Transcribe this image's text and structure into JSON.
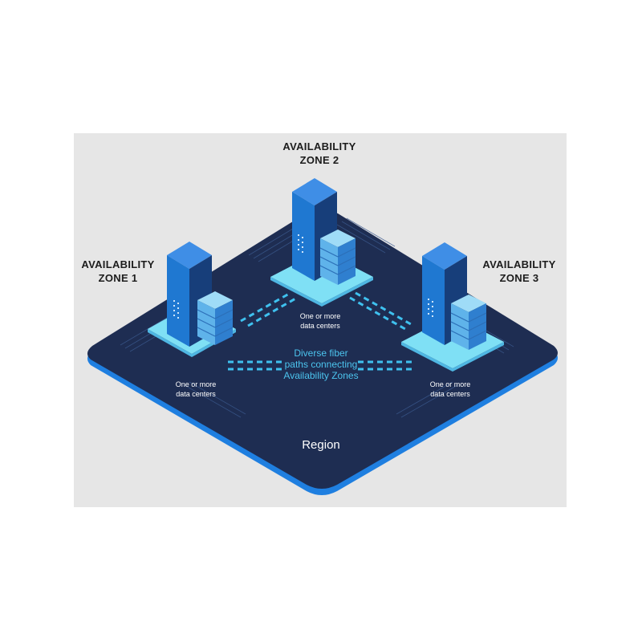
{
  "zones": [
    {
      "id": "zone1",
      "title_line1": "AVAILABILITY",
      "title_line2": "ZONE 1",
      "dc_line1": "One or more",
      "dc_line2": "data centers"
    },
    {
      "id": "zone2",
      "title_line1": "AVAILABILITY",
      "title_line2": "ZONE 2",
      "dc_line1": "One or more",
      "dc_line2": "data centers"
    },
    {
      "id": "zone3",
      "title_line1": "AVAILABILITY",
      "title_line2": "ZONE 3",
      "dc_line1": "One or more",
      "dc_line2": "data centers"
    }
  ],
  "fiber": {
    "line1": "Diverse fiber",
    "line2": "paths connecting",
    "line3": "Availability Zones"
  },
  "region": {
    "label": "Region"
  },
  "colors": {
    "background_panel": "#e6e6e6",
    "platform": "#1e2d52",
    "platform_edge": "#1f7fe0",
    "pad": "#7fe0f5",
    "tower_front": "#1f78d1",
    "tower_side": "#154a8c",
    "fiber_dash": "#3fc1ef",
    "label_text": "#1c1c1c",
    "accent_text": "#4cc4ee"
  }
}
